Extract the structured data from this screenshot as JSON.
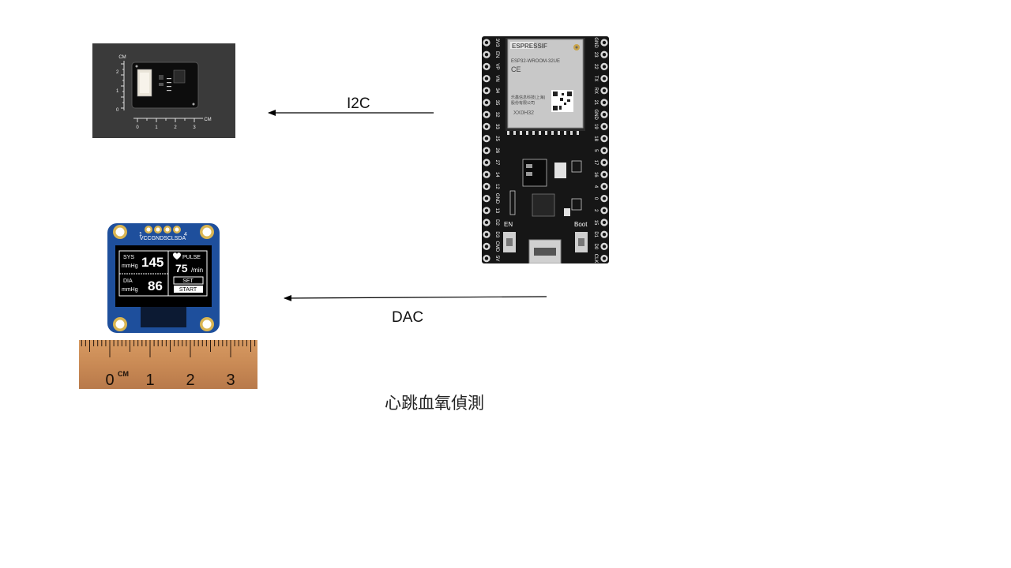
{
  "diagram": {
    "title": "心跳血氧偵測",
    "links": [
      {
        "label": "I2C"
      },
      {
        "label": "DAC"
      }
    ]
  },
  "sensor_board": {
    "ruler_unit": "CM",
    "scale_x": [
      "0",
      "1",
      "2",
      "3"
    ],
    "scale_y": [
      "2",
      "1",
      "0"
    ]
  },
  "oled": {
    "pins": "VCCGNDSCLSDA",
    "pin1": "1",
    "pin4": "4",
    "sys_label": "SYS",
    "sys_value": "145",
    "unit_mmhg": "mmHg",
    "dia_label": "DIA",
    "dia_value": "86",
    "pulse_label": "PULSE",
    "pulse_value": "75",
    "pulse_unit": "/min",
    "btn_set": "SET",
    "btn_start": "START"
  },
  "ruler": {
    "unit": "CM",
    "numbers": [
      "0",
      "1",
      "2",
      "3"
    ]
  },
  "esp32": {
    "brand": "ESPRESSIF",
    "module": "ESP32-WROOM-32UE",
    "cert": "CE",
    "maker": "乐鑫信息科技(上海)",
    "maker2": "股份有限公司",
    "code": "XX0H32",
    "btn_en": "EN",
    "btn_boot": "Boot",
    "pins_left": [
      "3V3",
      "EN",
      "VP",
      "VN",
      "34",
      "35",
      "32",
      "33",
      "25",
      "26",
      "27",
      "14",
      "12",
      "GND",
      "13",
      "D2",
      "D3",
      "CMD",
      "5V"
    ],
    "pins_right": [
      "GND",
      "23",
      "22",
      "TX",
      "RX",
      "21",
      "GND",
      "19",
      "18",
      "5",
      "17",
      "16",
      "4",
      "0",
      "2",
      "15",
      "D1",
      "D0",
      "CLK"
    ]
  },
  "colors": {
    "arrow": "#000000",
    "sensor_bg": "#3a3a3a",
    "oled_pcb": "#1e4f9c",
    "ruler_wood": "#c98a55",
    "esp_pcb": "#161616"
  }
}
